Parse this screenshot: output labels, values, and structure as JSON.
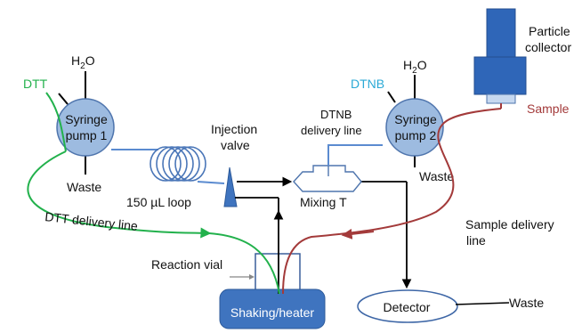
{
  "labels": {
    "h2o_left_main": "H",
    "h2o_left_sub": "2",
    "h2o_left_end": "O",
    "dtt": "DTT",
    "syringe_pump_1_line1": "Syringe",
    "syringe_pump_1_line2": "pump 1",
    "waste_left": "Waste",
    "loop": "150 µL loop",
    "injection_valve_line1": "Injection",
    "injection_valve_line2": "valve",
    "dtnb_delivery_line1": "DTNB",
    "dtnb_delivery_line2": "delivery line",
    "dtnb": "DTNB",
    "h2o_right_main": "H",
    "h2o_right_sub": "2",
    "h2o_right_end": "O",
    "syringe_pump_2_line1": "Syringe",
    "syringe_pump_2_line2": "pump 2",
    "waste_right": "Waste",
    "particle_collector_line1": "Particle",
    "particle_collector_line2": "collector",
    "sample": "Sample",
    "mixing_t": "Mixing T",
    "dtt_delivery_line": "DTT delivery line",
    "sample_delivery_line1": "Sample delivery",
    "sample_delivery_line2": "line",
    "reaction_vial": "Reaction vial",
    "shaking_heater": "Shaking/heater",
    "detector": "Detector",
    "waste_detector": "Waste"
  },
  "colors": {
    "pump_fill": "#9dbbe0",
    "pump_stroke": "#4f75ad",
    "tubing_blue": "#5b8bd0",
    "dtt_green": "#22b14c",
    "sample_red": "#a33a3a",
    "collector_blue": "#2f66b8",
    "heater_fill": "#3f74bf",
    "dtnb_text": "#2aa9d6",
    "dtt_text": "#22b14c",
    "sample_text": "#a33a3a"
  }
}
